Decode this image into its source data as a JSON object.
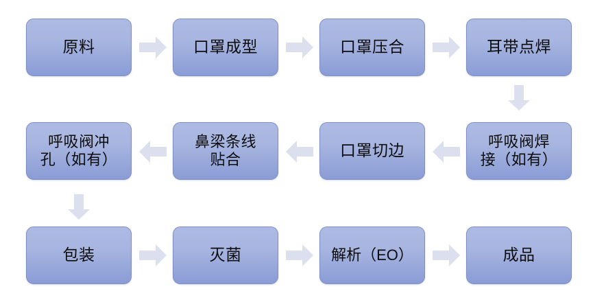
{
  "diagram": {
    "type": "process-flow",
    "title": "",
    "colors": {
      "node_fill_top": "#adbae3",
      "node_fill_bottom": "#8a9cd6",
      "node_border": "#7f8fc4",
      "arrow_fill": "#dcdfee",
      "text": "#0d0d0d",
      "background": "#ffffff"
    },
    "rows": [
      {
        "direction": "left-to-right",
        "nodes": [
          {
            "id": "n1",
            "label": "原料"
          },
          {
            "id": "n2",
            "label": "口罩成型"
          },
          {
            "id": "n3",
            "label": "口罩压合"
          },
          {
            "id": "n4",
            "label": "耳带点焊"
          }
        ]
      },
      {
        "direction": "right-to-left",
        "nodes": [
          {
            "id": "n8",
            "label": "呼吸阀冲\n孔（如有）"
          },
          {
            "id": "n7",
            "label": "鼻梁条线\n贴合"
          },
          {
            "id": "n6",
            "label": "口罩切边"
          },
          {
            "id": "n5",
            "label": "呼吸阀焊\n接（如有）"
          }
        ]
      },
      {
        "direction": "left-to-right",
        "nodes": [
          {
            "id": "n9",
            "label": "包装"
          },
          {
            "id": "n10",
            "label": "灭菌"
          },
          {
            "id": "n11",
            "label": "解析（EO）"
          },
          {
            "id": "n12",
            "label": "成品"
          }
        ]
      }
    ],
    "connectors": [
      {
        "id": "c1",
        "from": "原料",
        "to": "口罩成型",
        "direction": "right"
      },
      {
        "id": "c2",
        "from": "口罩成型",
        "to": "口罩压合",
        "direction": "right"
      },
      {
        "id": "c3",
        "from": "口罩压合",
        "to": "耳带点焊",
        "direction": "right"
      },
      {
        "id": "c4",
        "from": "耳带点焊",
        "to": "呼吸阀焊接（如有）",
        "direction": "down"
      },
      {
        "id": "c5",
        "from": "呼吸阀焊接（如有）",
        "to": "口罩切边",
        "direction": "left"
      },
      {
        "id": "c6",
        "from": "口罩切边",
        "to": "鼻梁条线贴合",
        "direction": "left"
      },
      {
        "id": "c7",
        "from": "鼻梁条线贴合",
        "to": "呼吸阀冲孔（如有）",
        "direction": "left"
      },
      {
        "id": "c8",
        "from": "呼吸阀冲孔（如有）",
        "to": "包装",
        "direction": "down"
      },
      {
        "id": "c9",
        "from": "包装",
        "to": "灭菌",
        "direction": "right"
      },
      {
        "id": "c10",
        "from": "灭菌",
        "to": "解析（EO）",
        "direction": "right"
      },
      {
        "id": "c11",
        "from": "解析（EO）",
        "to": "成品",
        "direction": "right"
      }
    ]
  }
}
